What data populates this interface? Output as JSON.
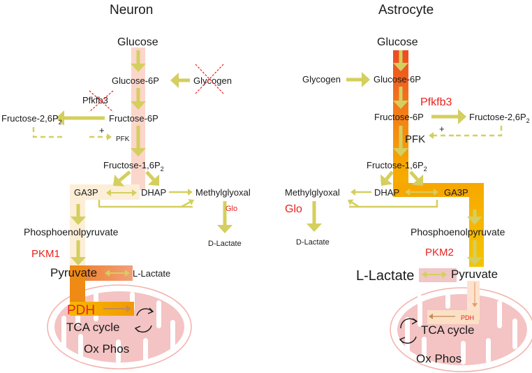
{
  "colors": {
    "arrow": "#d4cf5e",
    "flux_high": "#f7a800",
    "flux_hot": "#ec4a22",
    "flux_pale": "#fbd4c8",
    "enzyme_red": "#e8231f",
    "mito": "#f3c2c2"
  },
  "neuron": {
    "title": "Neuron",
    "glucose": "Glucose",
    "glucose_6p": "Glucose-6P",
    "glycogen": "Glycogen",
    "pfkfb3": "Pfkfb3",
    "fructose_6p": "Fructose-6P",
    "fructose_26p2": "Fructose-2,6P",
    "fructose_26p2_sub": "2",
    "pfk": "PFK",
    "plus": "+",
    "fructose_16p2": "Fructose-1,6P",
    "fructose_16p2_sub": "2",
    "ga3p": "GA3P",
    "dhap": "DHAP",
    "methylglyoxal": "Methylglyoxal",
    "glo": "Glo",
    "d_lactate": "D-Lactate",
    "pep": "Phosphoenolpyruvate",
    "pkm": "PKM1",
    "pyruvate": "Pyruvate",
    "l_lactate": "L-Lactate",
    "pdh": "PDH",
    "tca": "TCA cycle",
    "oxphos": "Ox Phos"
  },
  "astrocyte": {
    "title": "Astrocyte",
    "glucose": "Glucose",
    "glycogen": "Glycogen",
    "glucose_6p": "Glucose-6P",
    "pfkfb3": "Pfkfb3",
    "fructose_6p": "Fructose-6P",
    "fructose_26p2": "Fructose-2,6P",
    "fructose_26p2_sub": "2",
    "pfk": "PFK",
    "plus": "+",
    "fructose_16p2": "Fructose-1,6P",
    "fructose_16p2_sub": "2",
    "methylglyoxal": "Methylglyoxal",
    "dhap": "DHAP",
    "ga3p": "GA3P",
    "glo": "Glo",
    "d_lactate": "D-Lactate",
    "pep": "Phosphoenolpyruvate",
    "pkm": "PKM2",
    "l_lactate": "L-Lactate",
    "pyruvate": "Pyruvate",
    "pdh": "PDH",
    "tca": "TCA cycle",
    "oxphos": "Ox Phos"
  }
}
